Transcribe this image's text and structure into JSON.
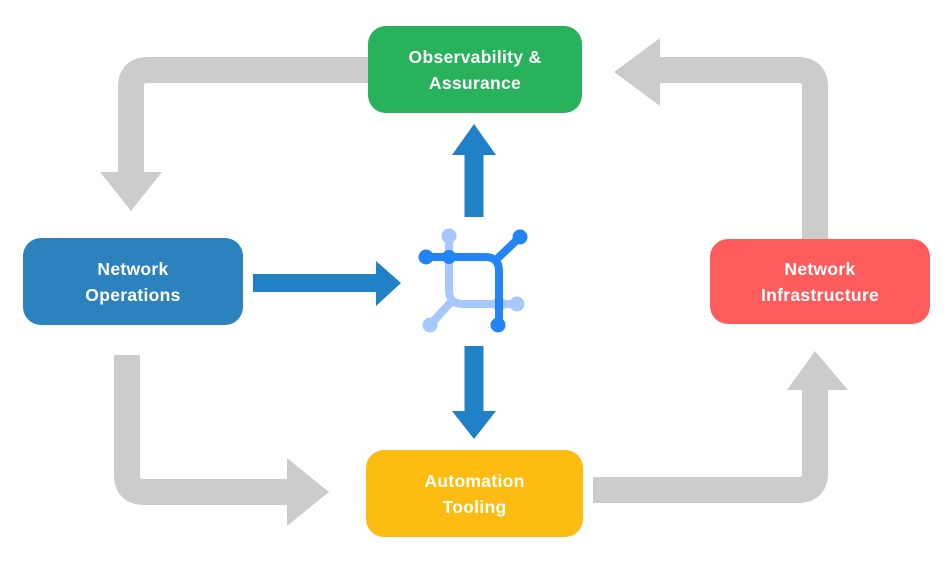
{
  "diagram": {
    "nodes": [
      {
        "id": "observability-assurance",
        "line1": "Observability &",
        "line2": "Assurance",
        "color": "#27b25b"
      },
      {
        "id": "network-operations",
        "line1": "Network",
        "line2": "Operations",
        "color": "#2b82bd"
      },
      {
        "id": "network-infrastructure",
        "line1": "Network",
        "line2": "Infrastructure",
        "color": "#fd5c5c"
      },
      {
        "id": "automation-tooling",
        "line1": "Automation",
        "line2": "Tooling",
        "color": "#fdbc11"
      }
    ],
    "center_icon": {
      "name": "network-hub-icon",
      "primary_color": "#2385f5",
      "secondary_color": "#a6c8fa"
    },
    "connections": {
      "cycle": [
        {
          "from": "observability-assurance",
          "to": "network-operations"
        },
        {
          "from": "network-operations",
          "to": "automation-tooling"
        },
        {
          "from": "automation-tooling",
          "to": "network-infrastructure"
        },
        {
          "from": "network-infrastructure",
          "to": "observability-assurance"
        }
      ],
      "hub": [
        {
          "from": "network-operations",
          "to": "center-hub"
        },
        {
          "from": "center-hub",
          "to": "observability-assurance"
        },
        {
          "from": "center-hub",
          "to": "automation-tooling"
        }
      ]
    },
    "colors": {
      "cycle_arrow": "#cccccc",
      "hub_arrow": "#2181c6",
      "label_text": "#ffffff",
      "background": "#ffffff"
    }
  }
}
